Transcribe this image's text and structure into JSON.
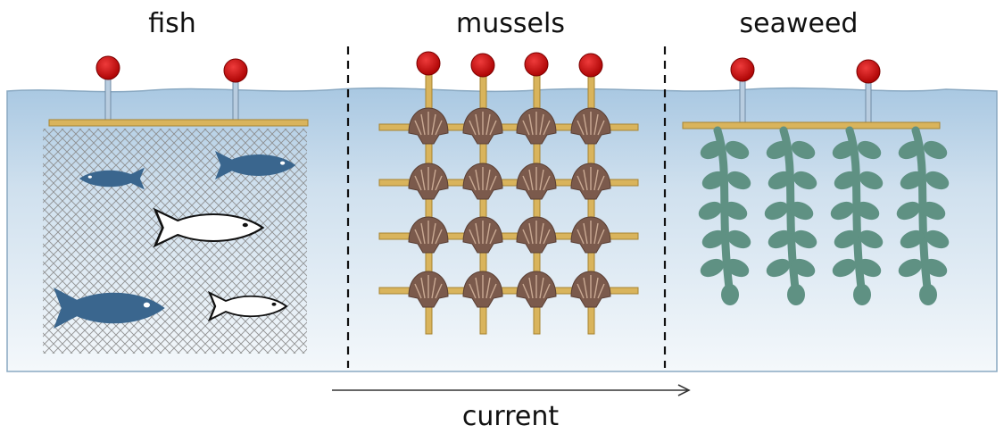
{
  "sections": {
    "fish": {
      "label": "fish"
    },
    "mussels": {
      "label": "mussels"
    },
    "seaweed": {
      "label": "seaweed"
    }
  },
  "current": {
    "label": "current"
  },
  "colors": {
    "water_top": "#a9c8e2",
    "water_bottom": "#f4f8fb",
    "buoy": "#cc0a0a",
    "rope": "#d9b45c",
    "fish_blue": "#3a668e",
    "shell": "#7b5a4c",
    "seaweed": "#5f9183",
    "net_line": "#7c7c7c"
  },
  "icons": {
    "buoy": "buoy-icon",
    "fish": "fish-icon",
    "shell": "shell-icon",
    "seaweed": "seaweed-icon"
  }
}
